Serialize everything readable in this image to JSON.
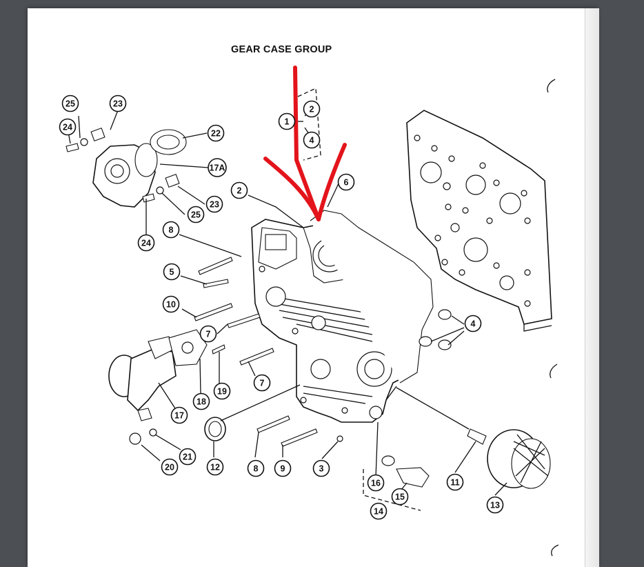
{
  "title": "GEAR CASE GROUP",
  "callouts": [
    {
      "id": "c25a",
      "label": "25"
    },
    {
      "id": "c23a",
      "label": "23"
    },
    {
      "id": "c24a",
      "label": "24"
    },
    {
      "id": "c22",
      "label": "22"
    },
    {
      "id": "c17A",
      "label": "17A"
    },
    {
      "id": "c23b",
      "label": "23"
    },
    {
      "id": "c25b",
      "label": "25"
    },
    {
      "id": "c24b",
      "label": "24"
    },
    {
      "id": "c2a",
      "label": "2"
    },
    {
      "id": "c1",
      "label": "1"
    },
    {
      "id": "c2b",
      "label": "2"
    },
    {
      "id": "c4a",
      "label": "4"
    },
    {
      "id": "c6",
      "label": "6"
    },
    {
      "id": "c8a",
      "label": "8"
    },
    {
      "id": "c5",
      "label": "5"
    },
    {
      "id": "c10",
      "label": "10"
    },
    {
      "id": "c7a",
      "label": "7"
    },
    {
      "id": "c4b",
      "label": "4"
    },
    {
      "id": "c19",
      "label": "19"
    },
    {
      "id": "c18",
      "label": "18"
    },
    {
      "id": "c17",
      "label": "17"
    },
    {
      "id": "c7b",
      "label": "7"
    },
    {
      "id": "c21",
      "label": "21"
    },
    {
      "id": "c20",
      "label": "20"
    },
    {
      "id": "c12",
      "label": "12"
    },
    {
      "id": "c8b",
      "label": "8"
    },
    {
      "id": "c9",
      "label": "9"
    },
    {
      "id": "c3",
      "label": "3"
    },
    {
      "id": "c16",
      "label": "16"
    },
    {
      "id": "c15",
      "label": "15"
    },
    {
      "id": "c14",
      "label": "14"
    },
    {
      "id": "c11",
      "label": "11"
    },
    {
      "id": "c13",
      "label": "13"
    }
  ]
}
